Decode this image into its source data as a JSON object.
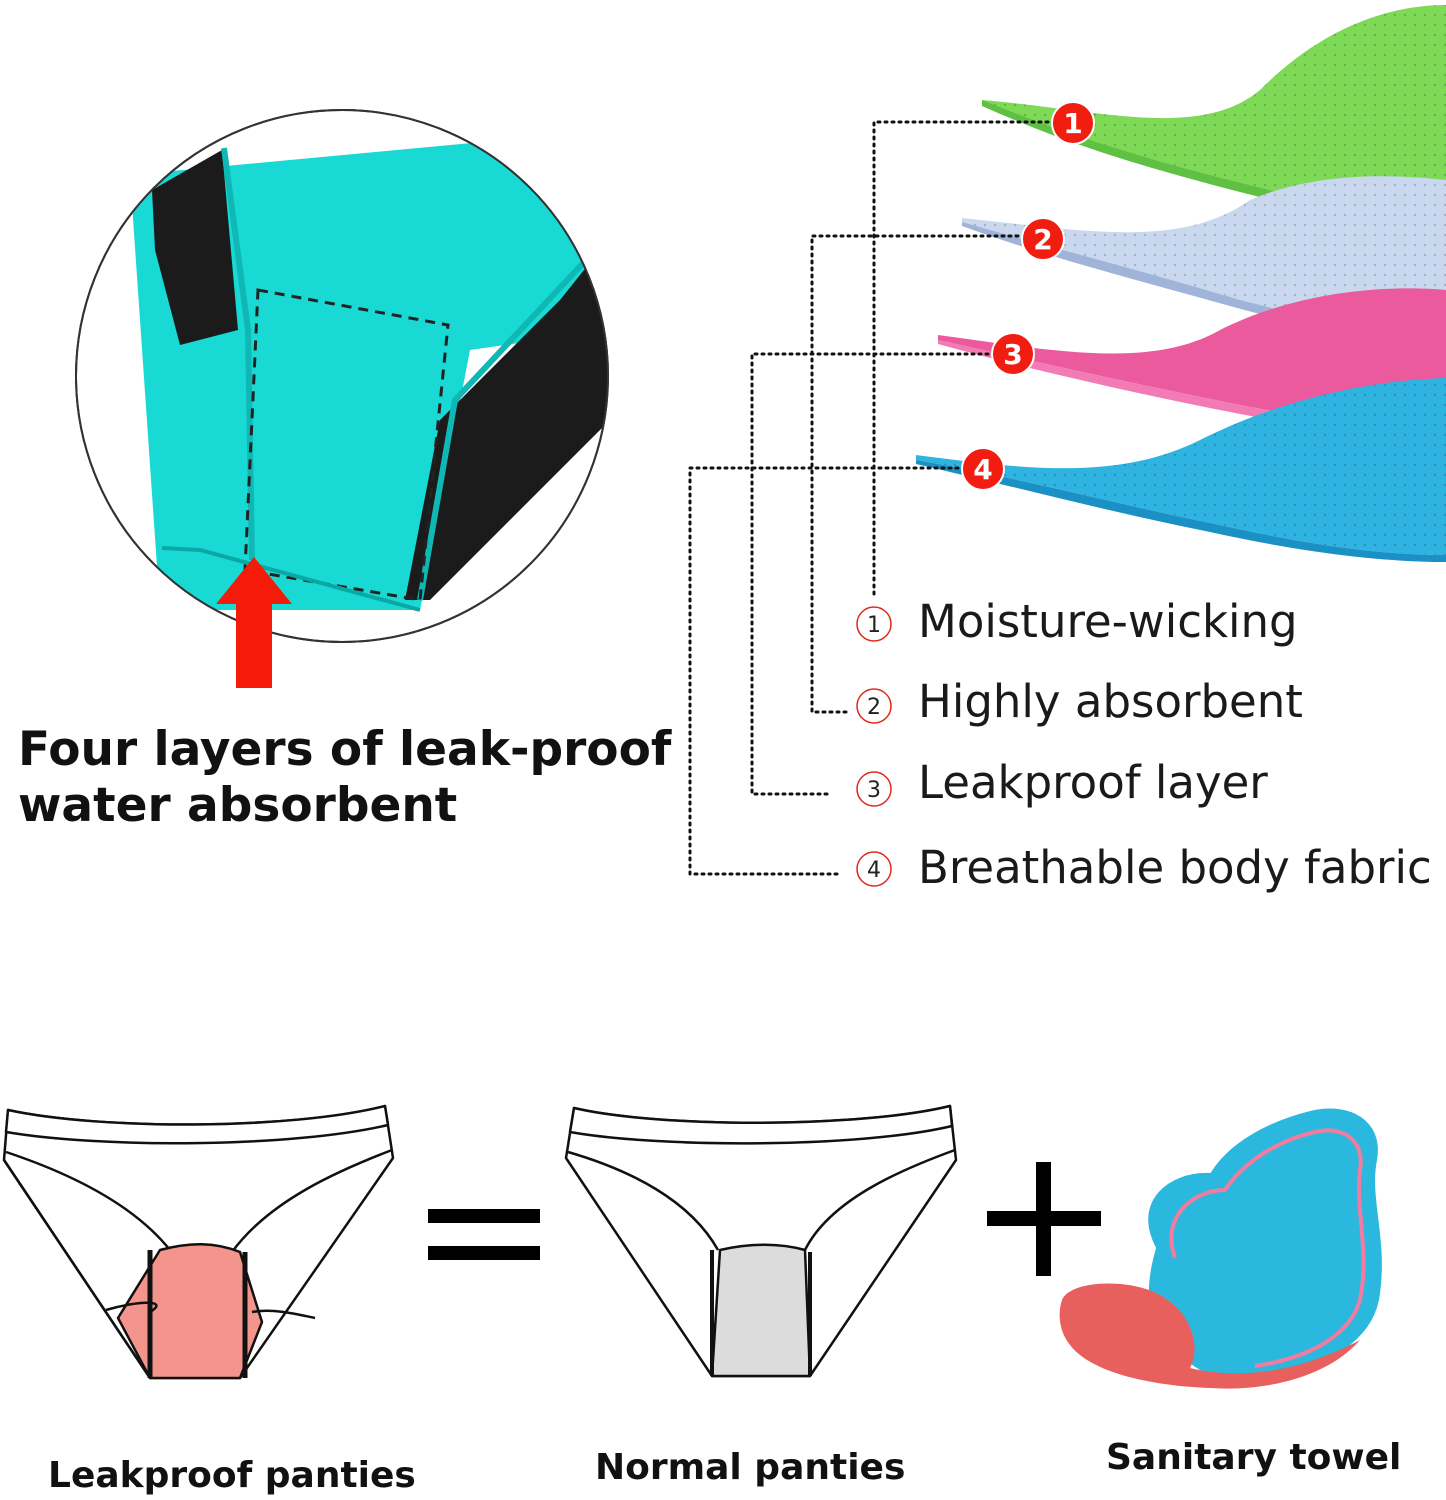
{
  "headline": {
    "line1": "Four layers of leak-proof",
    "line2": "water absorbent"
  },
  "layers": [
    {
      "number": "1",
      "label": "Moisture-wicking",
      "color": "#7ed957"
    },
    {
      "number": "2",
      "label": "Highly absorbent",
      "color": "#c9d8ee"
    },
    {
      "number": "3",
      "label": "Leakproof layer",
      "color": "#ea5a9d"
    },
    {
      "number": "4",
      "label": "Breathable body fabric",
      "color": "#2fb3e0"
    }
  ],
  "equation": {
    "left_caption": "Leakproof panties",
    "middle_caption": "Normal panties",
    "right_caption": "Sanitary towel",
    "equals_symbol": "=",
    "plus_symbol": "+"
  },
  "colors": {
    "badge_red": "#f01d10",
    "arrow_red": "#f51b0a",
    "fabric_teal": "#18d9d4",
    "gusset_pink": "#f4958d",
    "gusset_gray": "#dcdcdc",
    "pad_blue": "#2bb8de",
    "pad_red": "#e8605d"
  }
}
